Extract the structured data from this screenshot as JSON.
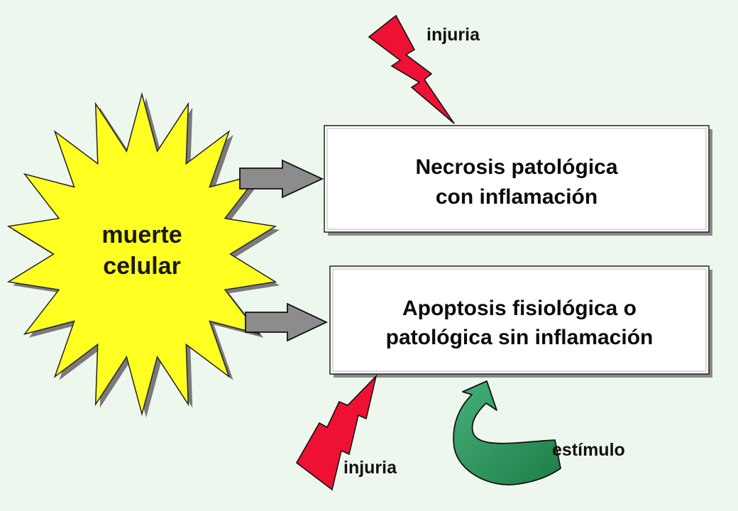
{
  "burst": {
    "line1": "muerte",
    "line2": "celular",
    "fill": "#ffff22"
  },
  "necrosis_box": {
    "line1": "Necrosis patológica",
    "line2": "con inflamación"
  },
  "apoptosis_box": {
    "line1": "Apoptosis fisiológica o",
    "line2": "patológica sin inflamación"
  },
  "injury_top_label": "injuria",
  "injury_bottom_label": "injuria",
  "stimulus_label": "estímulo",
  "colors": {
    "background": "#eef7ee",
    "lightning": "#ee1133",
    "arrow_gray": "#8c8c8c",
    "curve_green": "#2f9a5e"
  },
  "icons": {
    "burst": "starburst-shape",
    "lightning": "lightning-bolt-icon",
    "block_arrow": "right-block-arrow-icon",
    "curved_arrow": "curved-up-arrow-icon"
  }
}
